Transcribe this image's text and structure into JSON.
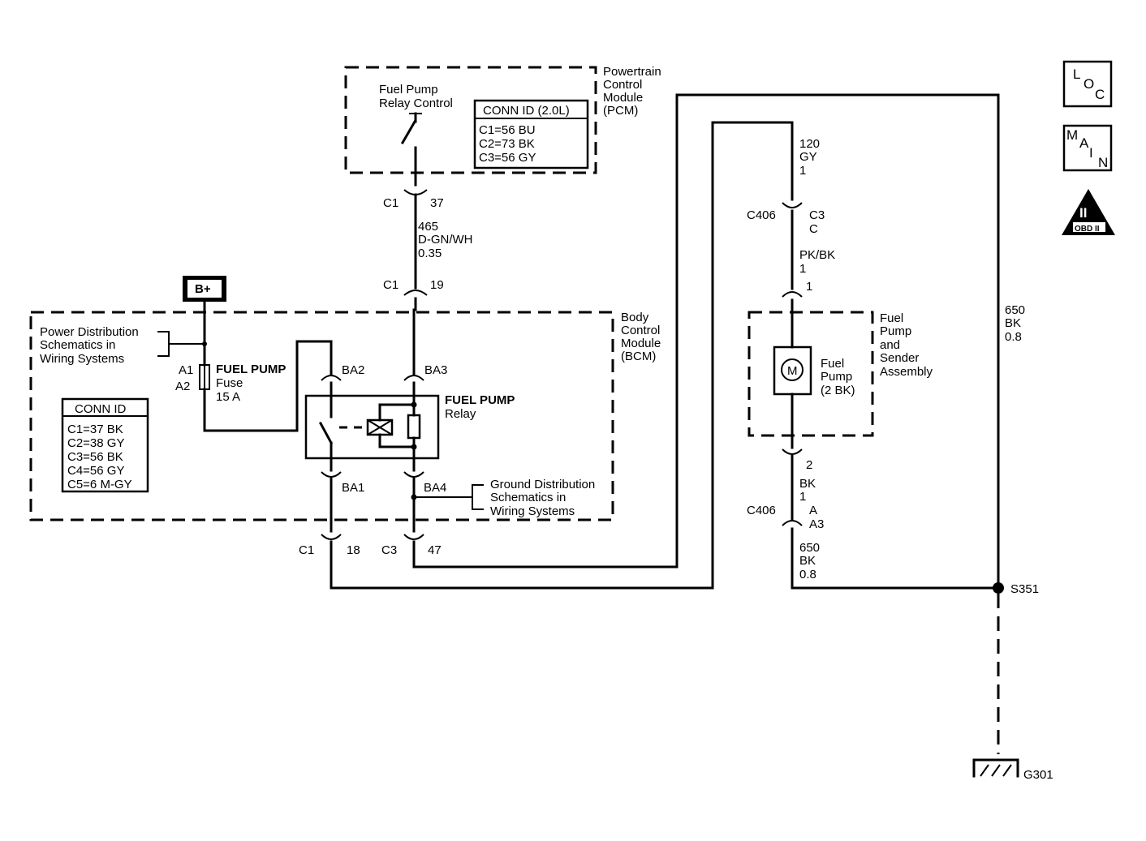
{
  "pcm": {
    "name": [
      "Powertrain",
      "Control",
      "Module",
      "(PCM)"
    ],
    "relay_control": [
      "Fuel Pump",
      "Relay Control"
    ],
    "conn_title": "CONN ID (2.0L)",
    "conn": [
      "C1=56 BU",
      "C2=73 BK",
      "C3=56 GY"
    ]
  },
  "bcm": {
    "name": [
      "Body",
      "Control",
      "Module",
      "(BCM)"
    ],
    "conn_title": "CONN ID",
    "conn": [
      "C1=37 BK",
      "C2=38 GY",
      "C3=56 BK",
      "C4=56 GY",
      "C5=6 M-GY"
    ],
    "power_ref": [
      "Power Distribution",
      "Schematics in",
      "Wiring Systems"
    ],
    "ground_ref": [
      "Ground Distribution",
      "Schematics in",
      "Wiring Systems"
    ]
  },
  "bplus": "B+",
  "fuse": {
    "a1": "A1",
    "a2": "A2",
    "title": "FUEL PUMP",
    "lines": [
      "Fuse",
      "15 A"
    ]
  },
  "relay": {
    "title": "FUEL PUMP",
    "sub": "Relay",
    "ba1": "BA1",
    "ba2": "BA2",
    "ba3": "BA3",
    "ba4": "BA4"
  },
  "pcm_wire": {
    "top_conn": "C1",
    "top_pin": "37",
    "circuit": [
      "465",
      "D-GN/WH",
      "0.35"
    ],
    "bot_conn": "C1",
    "bot_pin": "19"
  },
  "bottom": {
    "c1": "C1",
    "pin18": "18",
    "c3": "C3",
    "pin47": "47"
  },
  "right_wire": {
    "top": [
      "120",
      "GY",
      "1"
    ],
    "c406_top": "C406",
    "c3_lines": [
      "C3",
      "C"
    ],
    "pkbk": [
      "PK/BK",
      "1"
    ],
    "pin1": "1",
    "pin2": "2",
    "bk": [
      "BK",
      "1"
    ],
    "c406_bot": "C406",
    "a_lines": [
      "A",
      "A3"
    ],
    "bottom_circuit": [
      "650",
      "BK",
      "0.8"
    ]
  },
  "pump": {
    "assembly": [
      "Fuel",
      "Pump",
      "and",
      "Sender",
      "Assembly"
    ],
    "name": [
      "Fuel",
      "Pump",
      "(2 BK)"
    ],
    "motor": "M"
  },
  "ground_wire": [
    "650",
    "BK",
    "0.8"
  ],
  "splice": "S351",
  "ground": "G301",
  "icons": {
    "loc": [
      "L",
      "O",
      "C"
    ],
    "main": [
      "M",
      "A",
      "I",
      "N"
    ],
    "obd_num": "II",
    "obd": "OBD II"
  }
}
